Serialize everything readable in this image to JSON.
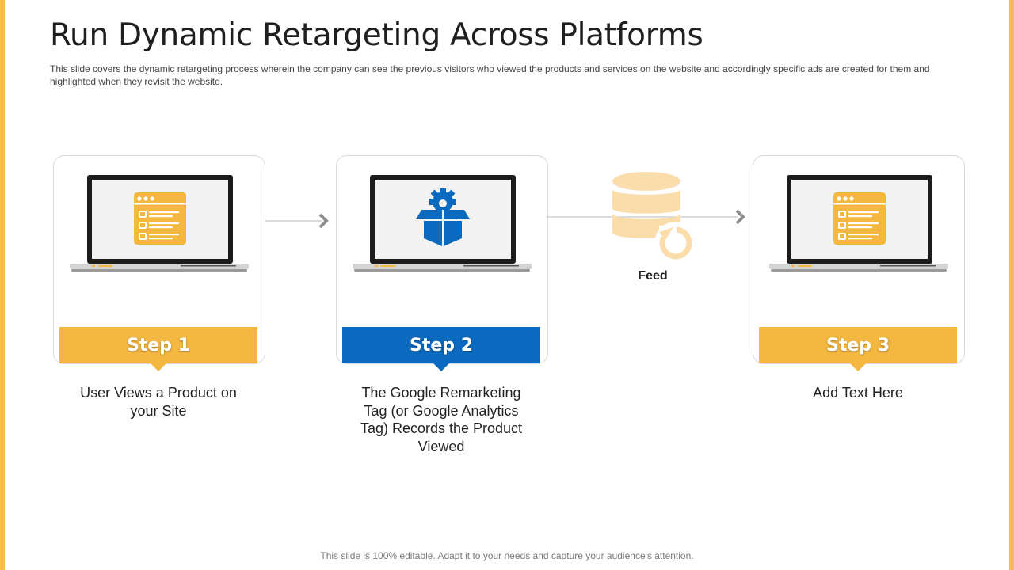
{
  "slide": {
    "title": "Run Dynamic Retargeting Across Platforms",
    "subtitle": "This slide covers the dynamic retargeting process wherein the company can see the previous visitors who viewed the products and services on the website and accordingly specific ads are created for them and highlighted when they revisit the website.",
    "footer": "This slide is 100% editable. Adapt it to your needs and capture your audience's attention."
  },
  "steps": [
    {
      "label": "Step 1",
      "description": "User Views a Product on your Site",
      "icon": "web-page-list-icon",
      "color": "#F4B73F"
    },
    {
      "label": "Step 2",
      "description": "The Google Remarketing Tag (or Google Analytics Tag) Records the Product Viewed",
      "icon": "product-box-gear-icon",
      "color": "#0A6ABF"
    },
    {
      "label": "Step 3",
      "description": "Add Text Here",
      "icon": "web-page-list-icon",
      "color": "#F4B73F"
    }
  ],
  "feed": {
    "label": "Feed",
    "icon": "database-refresh-icon",
    "color": "#FBDDAB"
  },
  "colors": {
    "accent_yellow": "#F7BE4E",
    "accent_blue": "#0A6ABF",
    "laptop_body": "#1c1c1c"
  }
}
